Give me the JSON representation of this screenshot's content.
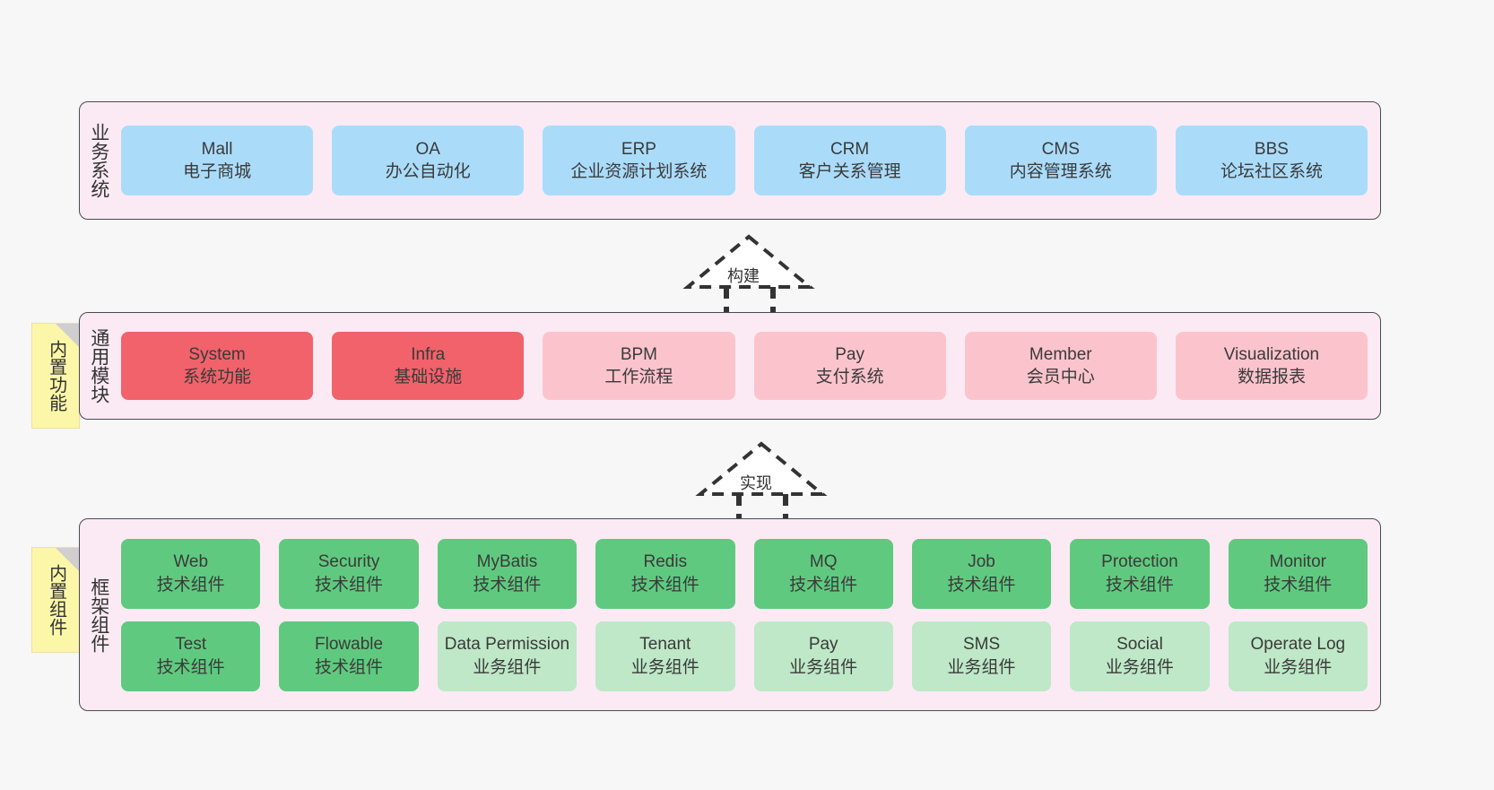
{
  "diagram": {
    "background": "#f7f7f7",
    "layer_bg": "#fbeaf4",
    "layer_border": "#4a4a52",
    "note_bg": "#fcf7a8",
    "colors": {
      "business": "#aadcfa",
      "module_core": "#f1626a",
      "module_plain": "#fbc4cd",
      "tech_component": "#5fca7f",
      "biz_component": "#bee8c7"
    }
  },
  "layers": {
    "business": {
      "title": "业务系统",
      "note": null,
      "rows": [
        [
          {
            "name": "Mall",
            "desc": "电子商城",
            "color": "c-blue"
          },
          {
            "name": "OA",
            "desc": "办公自动化",
            "color": "c-blue"
          },
          {
            "name": "ERP",
            "desc": "企业资源计划系统",
            "color": "c-blue"
          },
          {
            "name": "CRM",
            "desc": "客户关系管理",
            "color": "c-blue"
          },
          {
            "name": "CMS",
            "desc": "内容管理系统",
            "color": "c-blue"
          },
          {
            "name": "BBS",
            "desc": "论坛社区系统",
            "color": "c-blue"
          }
        ]
      ]
    },
    "module": {
      "title": "通用模块",
      "note": "内置功能",
      "rows": [
        [
          {
            "name": "System",
            "desc": "系统功能",
            "color": "c-red"
          },
          {
            "name": "Infra",
            "desc": "基础设施",
            "color": "c-red"
          },
          {
            "name": "BPM",
            "desc": "工作流程",
            "color": "c-pink"
          },
          {
            "name": "Pay",
            "desc": "支付系统",
            "color": "c-pink"
          },
          {
            "name": "Member",
            "desc": "会员中心",
            "color": "c-pink"
          },
          {
            "name": "Visualization",
            "desc": "数据报表",
            "color": "c-pink"
          }
        ]
      ]
    },
    "framework": {
      "title": "框架组件",
      "note": "内置组件",
      "rows": [
        [
          {
            "name": "Web",
            "desc": "技术组件",
            "color": "c-green"
          },
          {
            "name": "Security",
            "desc": "技术组件",
            "color": "c-green"
          },
          {
            "name": "MyBatis",
            "desc": "技术组件",
            "color": "c-green"
          },
          {
            "name": "Redis",
            "desc": "技术组件",
            "color": "c-green"
          },
          {
            "name": "MQ",
            "desc": "技术组件",
            "color": "c-green"
          },
          {
            "name": "Job",
            "desc": "技术组件",
            "color": "c-green"
          },
          {
            "name": "Protection",
            "desc": "技术组件",
            "color": "c-green"
          },
          {
            "name": "Monitor",
            "desc": "技术组件",
            "color": "c-green"
          }
        ],
        [
          {
            "name": "Test",
            "desc": "技术组件",
            "color": "c-green"
          },
          {
            "name": "Flowable",
            "desc": "技术组件",
            "color": "c-green"
          },
          {
            "name": "Data Permission",
            "desc": "业务组件",
            "color": "c-lgreen",
            "wrap": true
          },
          {
            "name": "Tenant",
            "desc": "业务组件",
            "color": "c-lgreen"
          },
          {
            "name": "Pay",
            "desc": "业务组件",
            "color": "c-lgreen"
          },
          {
            "name": "SMS",
            "desc": "业务组件",
            "color": "c-lgreen"
          },
          {
            "name": "Social",
            "desc": "业务组件",
            "color": "c-lgreen"
          },
          {
            "name": "Operate Log",
            "desc": "业务组件",
            "color": "c-lgreen"
          }
        ]
      ]
    }
  },
  "connectors": [
    {
      "label": "构建",
      "from": "module",
      "to": "business"
    },
    {
      "label": "实现",
      "from": "framework",
      "to": "module"
    }
  ]
}
